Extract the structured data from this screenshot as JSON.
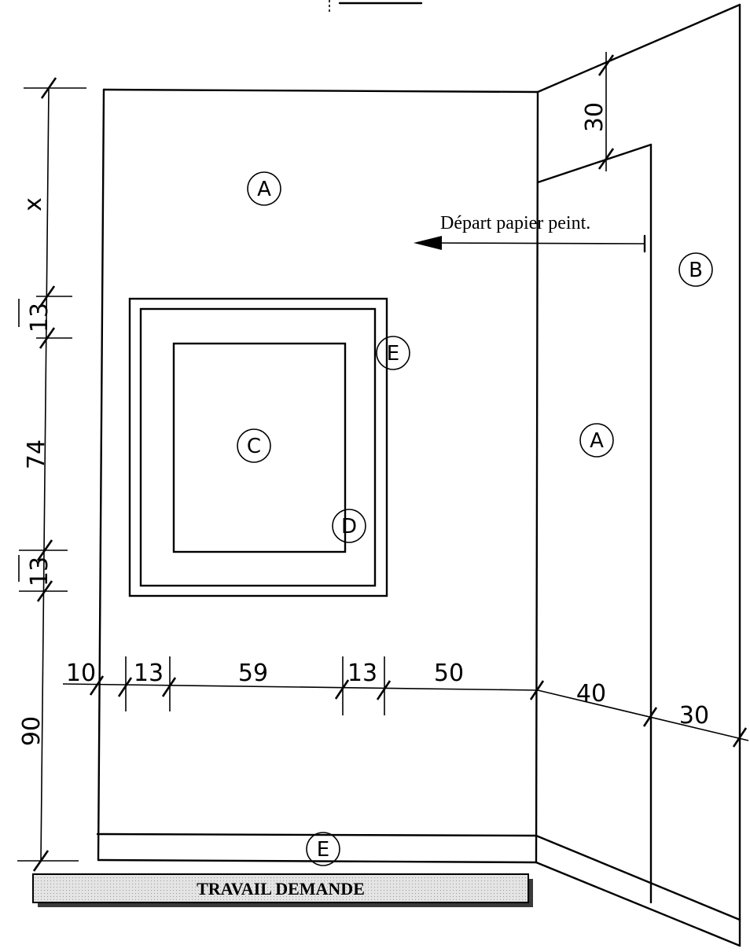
{
  "labels": {
    "wall_a_top": "A",
    "wall_a_side": "A",
    "wall_b": "B",
    "window_glass": "C",
    "window_frame": "D",
    "frame_trim": "E",
    "baseboard": "E"
  },
  "dimensions": {
    "vertical": {
      "x": "x",
      "d13a": "13",
      "d74": "74",
      "d13b": "13",
      "d90": "90"
    },
    "horizontal": {
      "d10": "10",
      "d13a": "13",
      "d59": "59",
      "d13b": "13",
      "d50": "50",
      "d40": "40",
      "d30_bottom": "30"
    },
    "d30_top": "30"
  },
  "annotation": "Départ papier peint.",
  "footer": {
    "title": "TRAVAIL DEMANDE"
  },
  "colors": {
    "stroke": "#000000",
    "footer_fill": "#d6d6d6",
    "footer_shadow": "#3a3a3a"
  }
}
